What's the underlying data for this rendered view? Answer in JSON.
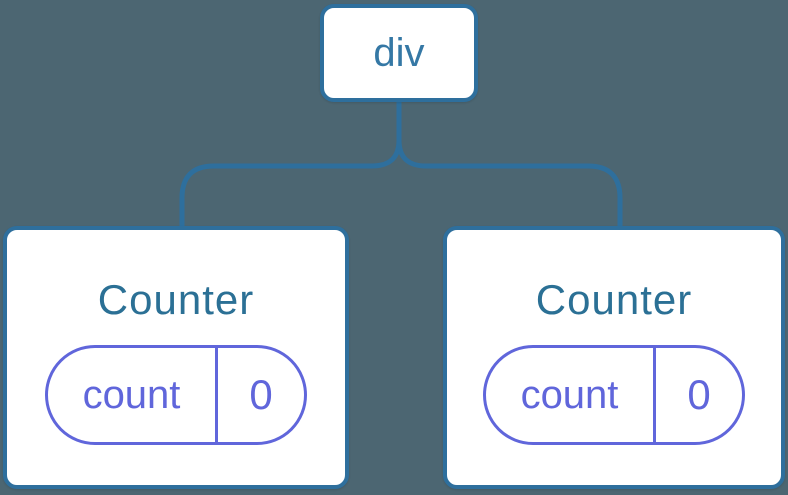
{
  "colors": {
    "bg": "#4c6672",
    "line": "#2e6f9d",
    "card": "#ffffff",
    "node-text": "#3578a5",
    "title": "#2b7095",
    "state": "#6066db"
  },
  "tree": {
    "root": {
      "label": "div"
    },
    "children": [
      {
        "title": "Counter",
        "state": {
          "key": "count",
          "value": "0"
        }
      },
      {
        "title": "Counter",
        "state": {
          "key": "count",
          "value": "0"
        }
      }
    ]
  }
}
